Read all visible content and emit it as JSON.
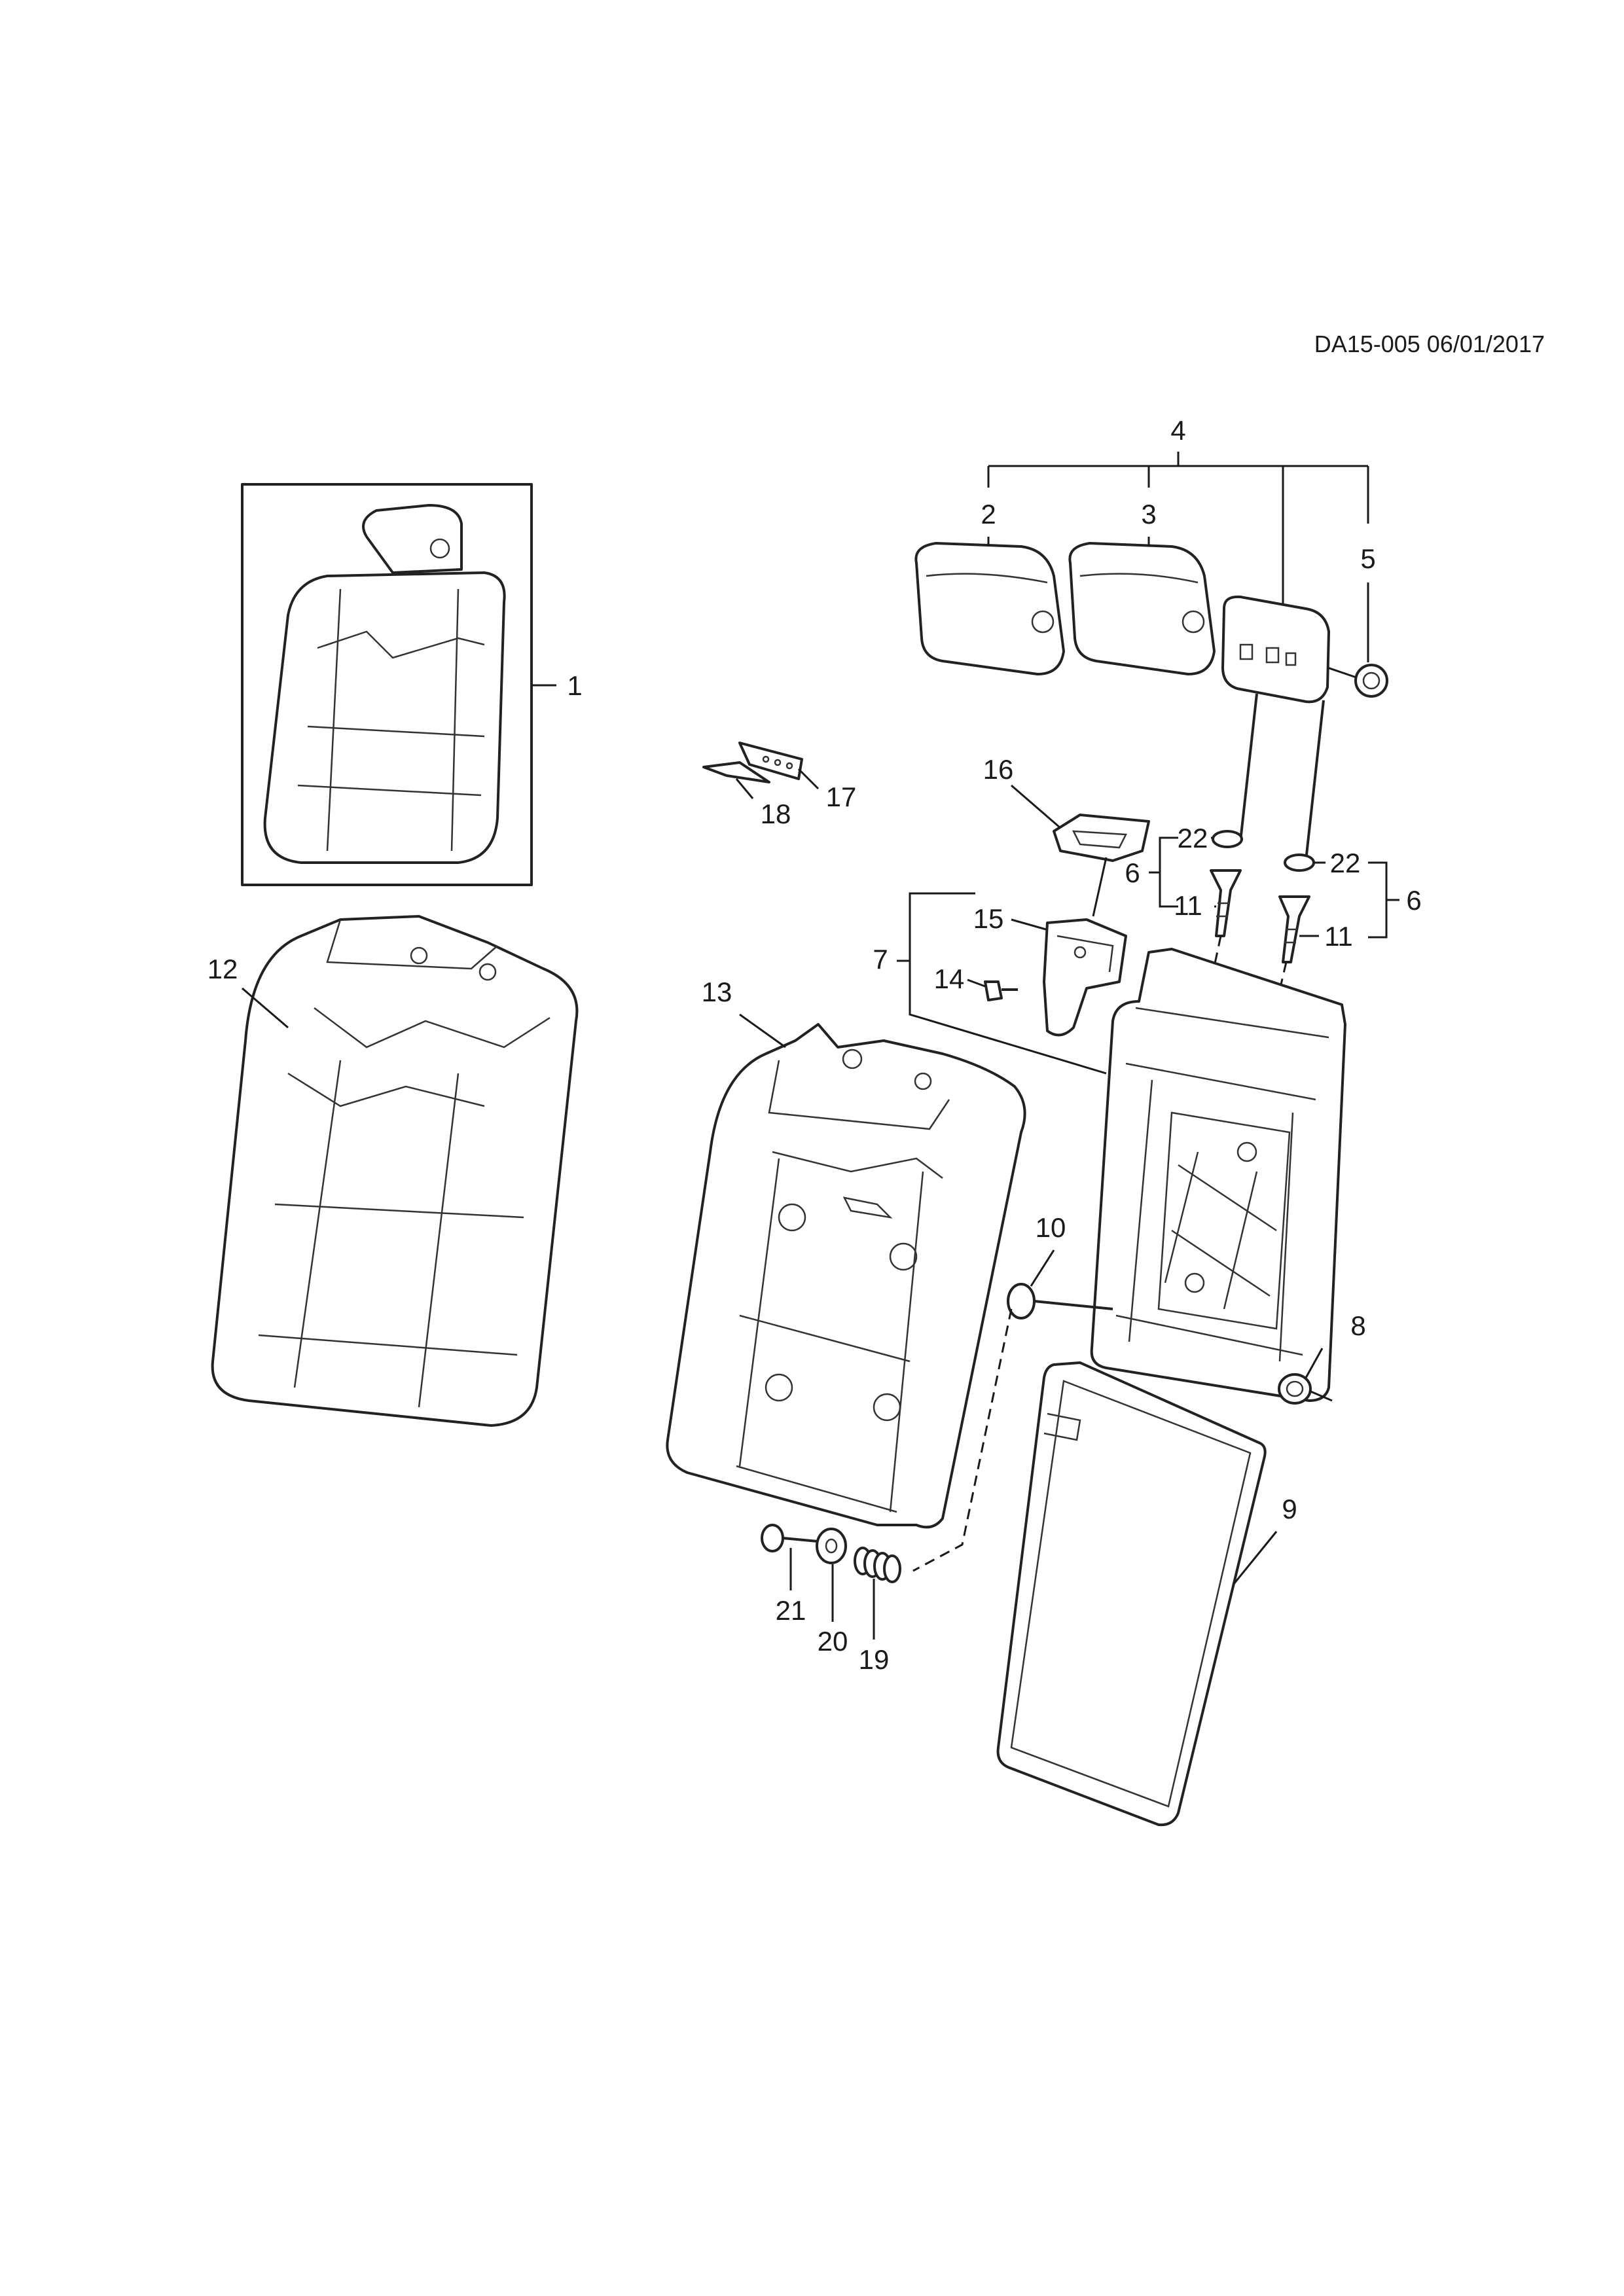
{
  "document": {
    "reference": "DA15-005 06/01/2017"
  },
  "diagram": {
    "callouts": {
      "c1": "1",
      "c2": "2",
      "c3": "3",
      "c4": "4",
      "c5": "5",
      "c6a": "6",
      "c6b": "6",
      "c7": "7",
      "c8": "8",
      "c9": "9",
      "c10": "10",
      "c11a": "11",
      "c11b": "11",
      "c12": "12",
      "c13": "13",
      "c14": "14",
      "c15": "15",
      "c16": "16",
      "c17": "17",
      "c18": "18",
      "c19": "19",
      "c20": "20",
      "c21": "21",
      "c22a": "22",
      "c22b": "22"
    }
  }
}
